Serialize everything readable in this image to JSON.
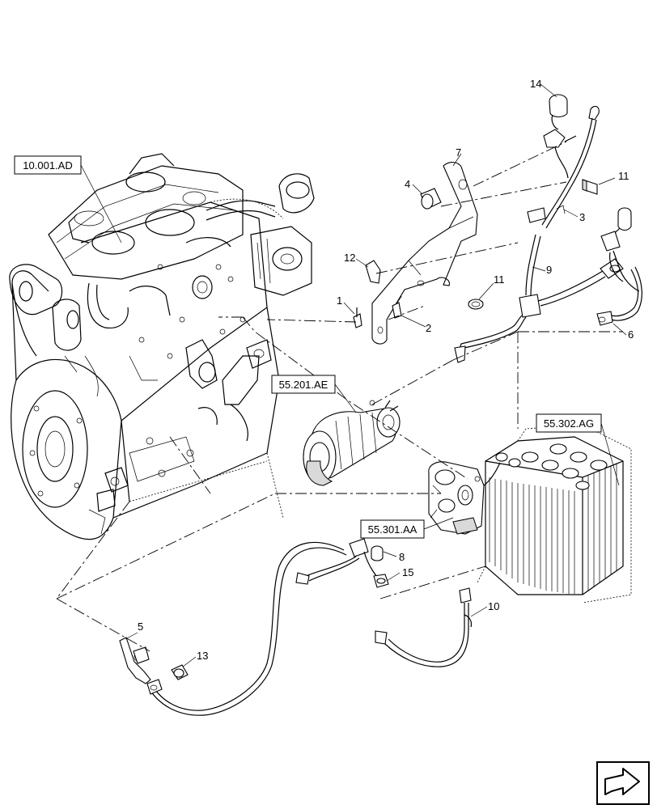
{
  "reference_boxes": {
    "engine": "10.001.AD",
    "starter": "55.201.AE",
    "battery": "55.302.AG",
    "disconnect": "55.301.AA"
  },
  "callouts": {
    "c1": "1",
    "c2": "2",
    "c3": "3",
    "c4": "4",
    "c5": "5",
    "c6": "6",
    "c7": "7",
    "c8": "8",
    "c9": "9",
    "c10": "10",
    "c11a": "11",
    "c11b": "11",
    "c12": "12",
    "c13": "13",
    "c14": "14",
    "c15": "15"
  },
  "nav_icon": "next-page-arrow-icon"
}
